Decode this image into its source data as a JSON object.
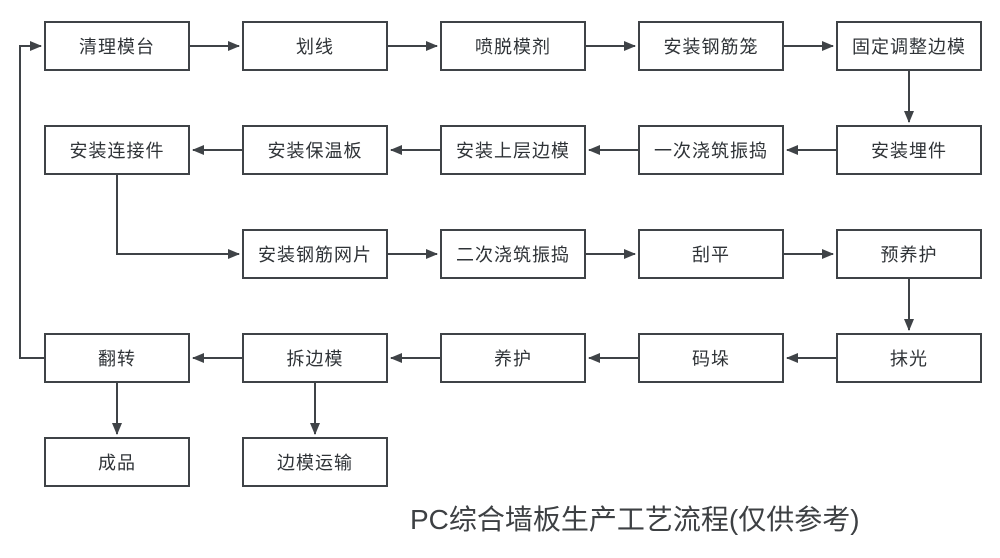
{
  "title": "PC综合墙板生产工艺流程(仅供参考)",
  "colors": {
    "line": "#3f4347",
    "box_border": "#3f4347",
    "box_fill": "#ffffff",
    "text": "#2f3337",
    "title_text": "#3d4043",
    "background": "#ffffff"
  },
  "flow": {
    "row1": [
      "清理模台",
      "划线",
      "喷脱模剂",
      "安装钢筋笼",
      "固定调整边模"
    ],
    "row2": [
      "安装连接件",
      "安装保温板",
      "安装上层边模",
      "一次浇筑振捣",
      "安装埋件"
    ],
    "row3": [
      "安装钢筋网片",
      "二次浇筑振捣",
      "刮平",
      "预养护"
    ],
    "row4": [
      "翻转",
      "拆边模",
      "养护",
      "码垛",
      "抹光"
    ],
    "row5": [
      "成品",
      "边模运输"
    ]
  },
  "edges": [
    {
      "from": "清理模台",
      "to": "划线"
    },
    {
      "from": "划线",
      "to": "喷脱模剂"
    },
    {
      "from": "喷脱模剂",
      "to": "安装钢筋笼"
    },
    {
      "from": "安装钢筋笼",
      "to": "固定调整边模"
    },
    {
      "from": "固定调整边模",
      "to": "安装埋件"
    },
    {
      "from": "安装埋件",
      "to": "一次浇筑振捣"
    },
    {
      "from": "一次浇筑振捣",
      "to": "安装上层边模"
    },
    {
      "from": "安装上层边模",
      "to": "安装保温板"
    },
    {
      "from": "安装保温板",
      "to": "安装连接件"
    },
    {
      "from": "安装连接件",
      "to": "安装钢筋网片"
    },
    {
      "from": "安装钢筋网片",
      "to": "二次浇筑振捣"
    },
    {
      "from": "二次浇筑振捣",
      "to": "刮平"
    },
    {
      "from": "刮平",
      "to": "预养护"
    },
    {
      "from": "预养护",
      "to": "抹光"
    },
    {
      "from": "抹光",
      "to": "码垛"
    },
    {
      "from": "码垛",
      "to": "养护"
    },
    {
      "from": "养护",
      "to": "拆边模"
    },
    {
      "from": "拆边模",
      "to": "翻转"
    },
    {
      "from": "翻转",
      "to": "成品"
    },
    {
      "from": "拆边模",
      "to": "边模运输"
    },
    {
      "from": "翻转",
      "to": "清理模台"
    }
  ]
}
